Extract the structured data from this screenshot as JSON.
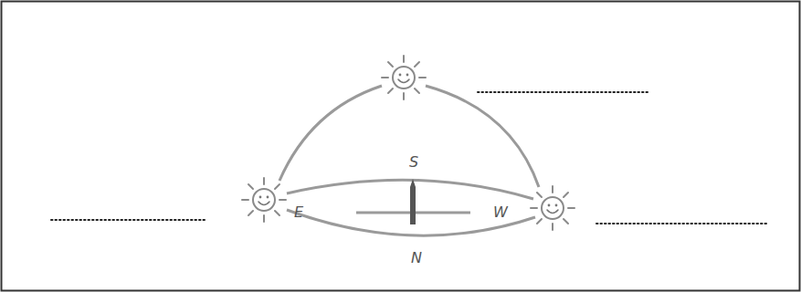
{
  "diagram": {
    "labels": [
      "S",
      "E",
      "W",
      "N"
    ]
  }
}
